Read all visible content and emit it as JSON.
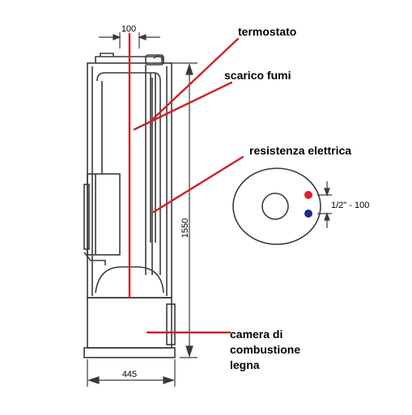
{
  "labels": {
    "termostato": "termostato",
    "scarico_fumi": "scarico fumi",
    "resistenza": "resistenza elettrica",
    "camera_line1": "camera di",
    "camera_line2": "combustione",
    "camera_line3": "legna"
  },
  "dimensions": {
    "flue_width": "100",
    "height": "1550",
    "base_width": "445",
    "connection": "1/2\" - 100"
  },
  "colors": {
    "leader": "#cc2229",
    "outline": "#3a3a3a",
    "hot_connection": "#e0202a",
    "cold_connection": "#1c2b8a"
  }
}
